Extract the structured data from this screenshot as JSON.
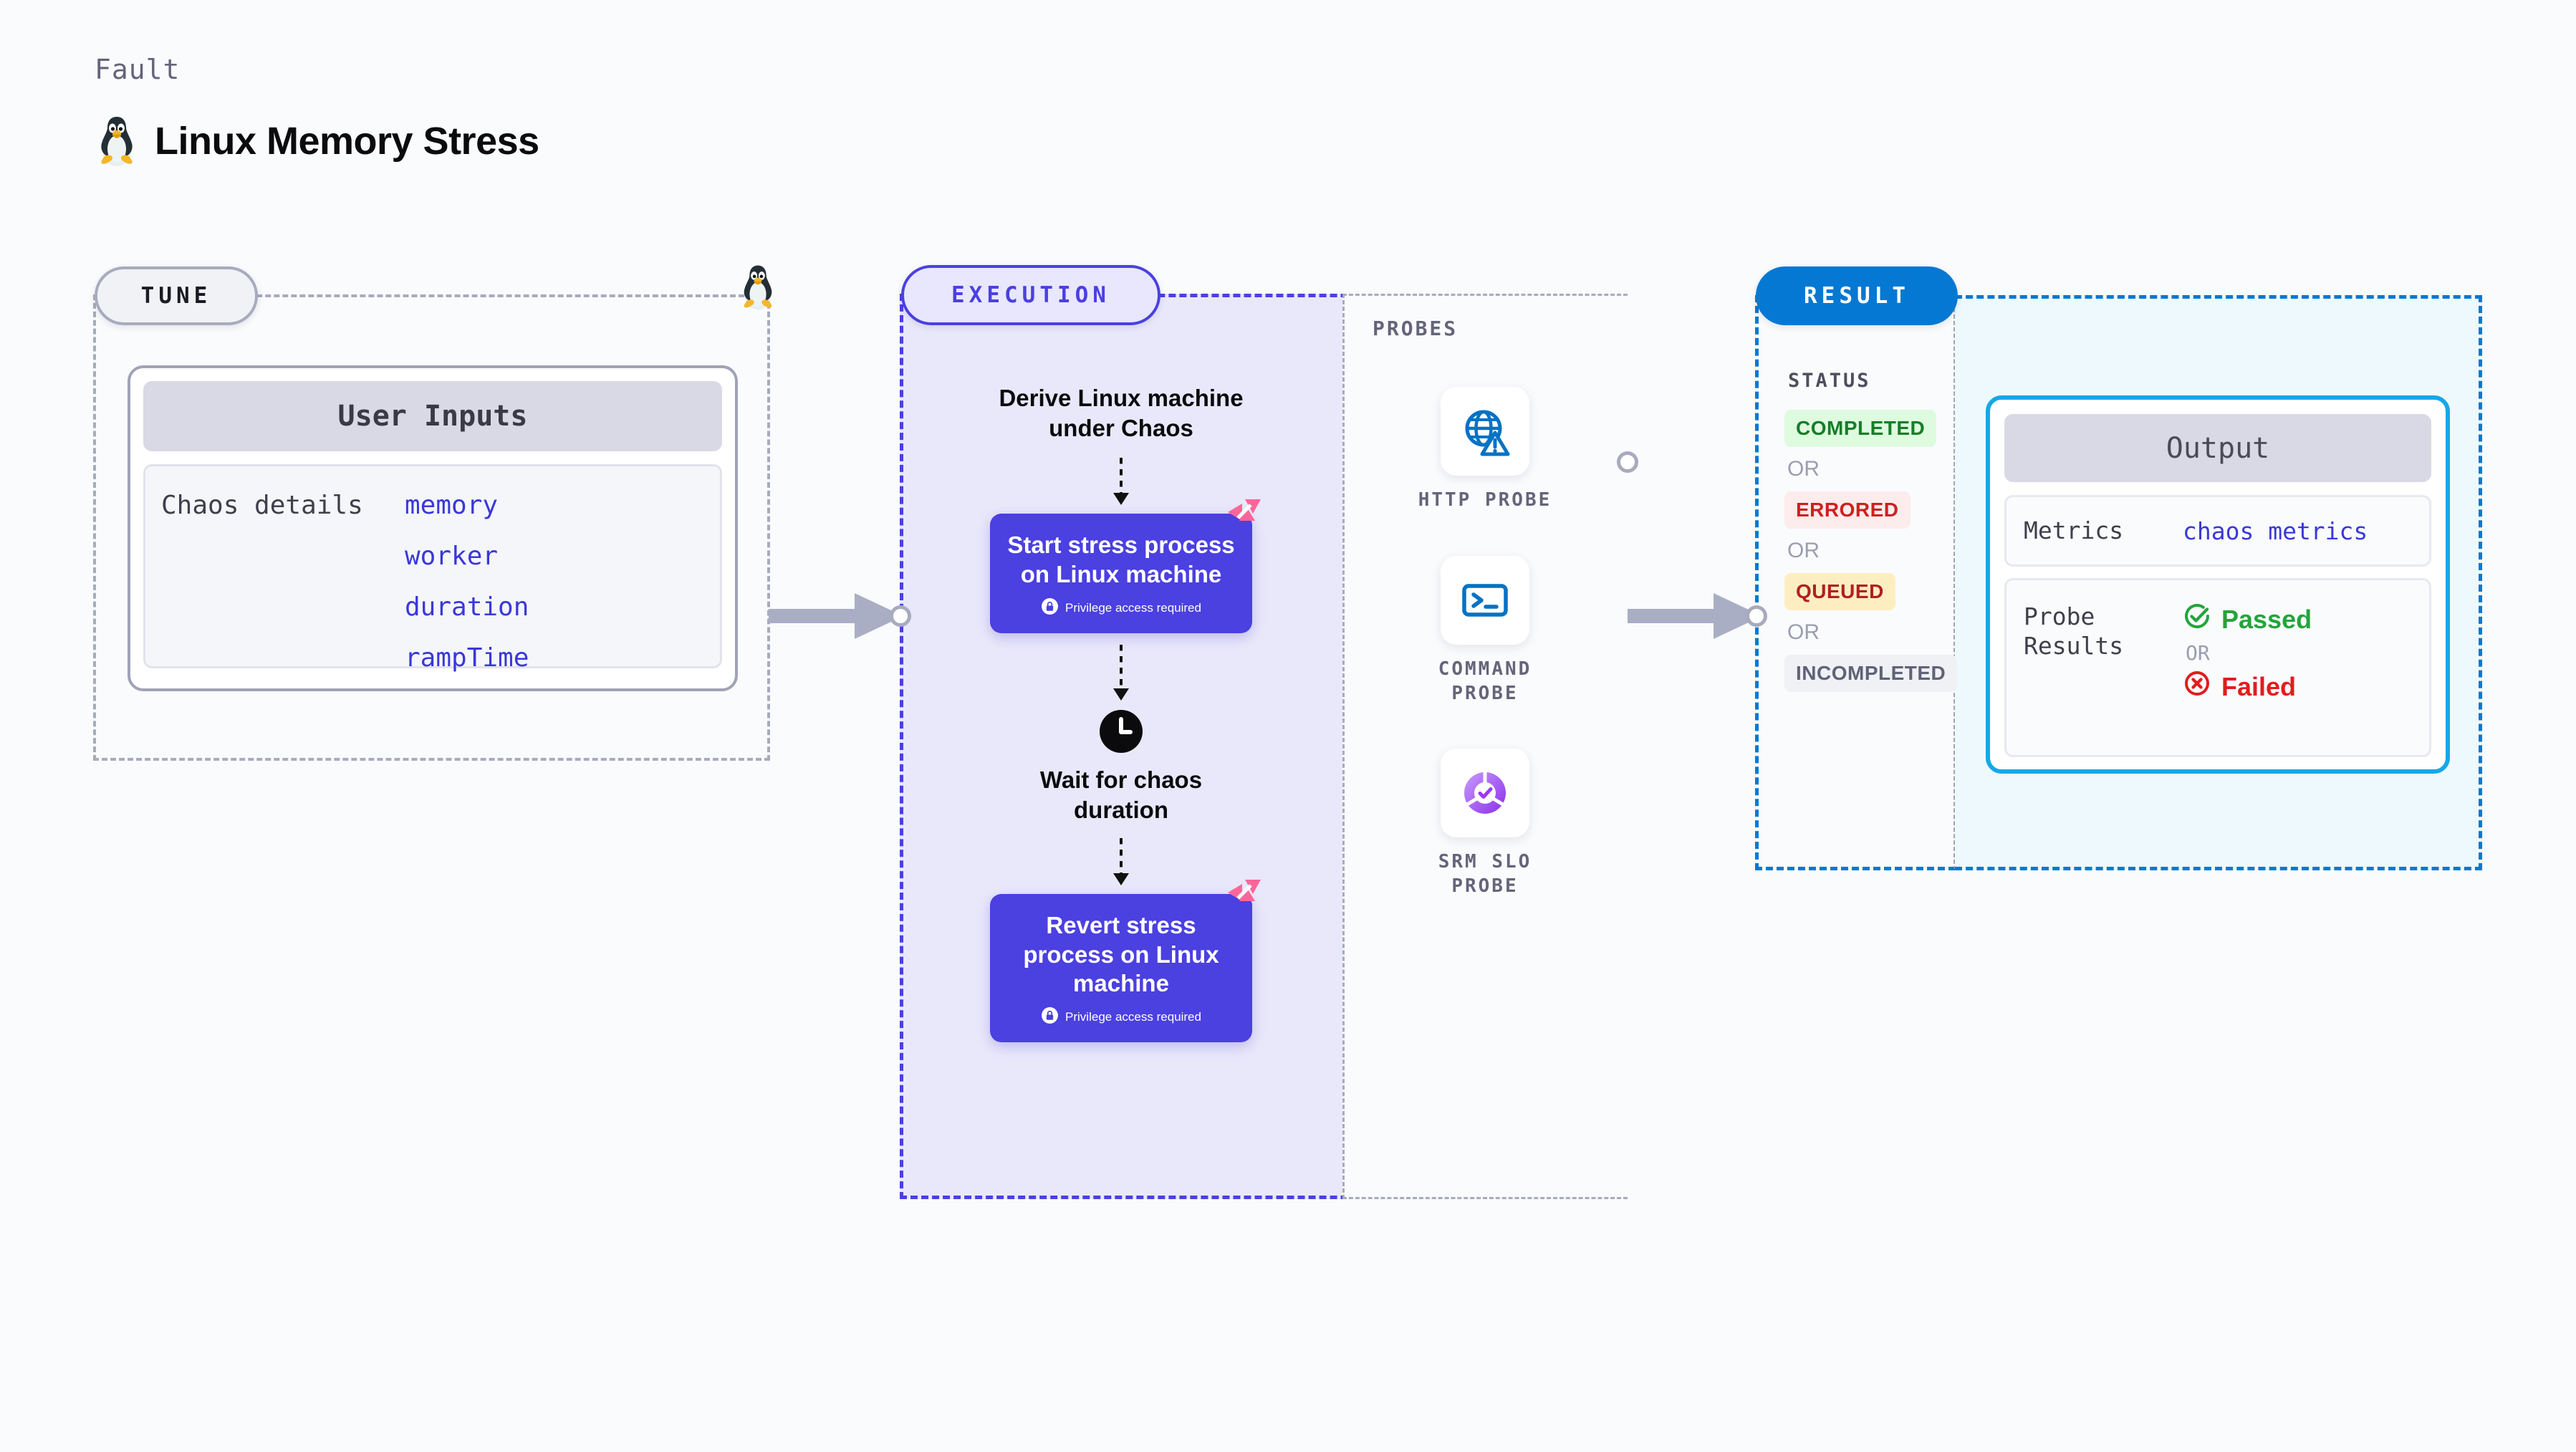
{
  "header": {
    "eyebrow": "Fault",
    "title": "Linux Memory Stress",
    "icon": "linux-tux-icon"
  },
  "tune": {
    "pill_label": "TUNE",
    "corner_icon": "linux-tux-icon",
    "card": {
      "header": "User Inputs",
      "row_label": "Chaos details",
      "params": [
        "memory",
        "worker",
        "duration",
        "rampTime"
      ]
    }
  },
  "execution": {
    "pill_label": "EXECUTION",
    "steps": [
      {
        "type": "text",
        "label": "Derive Linux machine\nunder Chaos"
      },
      {
        "type": "action",
        "title": "Start stress process on Linux machine",
        "note": "Privilege access required",
        "note_icon": "lock-icon",
        "badge_icon": "harness-logo-icon"
      },
      {
        "type": "wait",
        "icon": "clock-icon",
        "label": "Wait for chaos\nduration"
      },
      {
        "type": "action",
        "title": "Revert stress process on Linux machine",
        "note": "Privilege access required",
        "note_icon": "lock-icon",
        "badge_icon": "harness-logo-icon"
      }
    ]
  },
  "probes": {
    "label": "PROBES",
    "items": [
      {
        "caption": "HTTP PROBE",
        "icon": "globe-warning-icon"
      },
      {
        "caption": "COMMAND\nPROBE",
        "icon": "terminal-icon"
      },
      {
        "caption": "SRM SLO\nPROBE",
        "icon": "slo-donut-check-icon"
      }
    ]
  },
  "result": {
    "pill_label": "RESULT",
    "status_label": "STATUS",
    "or_label": "OR",
    "statuses": [
      {
        "label": "COMPLETED",
        "fg": "#167d28",
        "bg": "#defbe0"
      },
      {
        "label": "ERRORED",
        "fg": "#cf2020",
        "bg": "#fdecec"
      },
      {
        "label": "QUEUED",
        "fg": "#b02020",
        "bg": "#fdeec2"
      },
      {
        "label": "INCOMPLETED",
        "fg": "#5f6377",
        "bg": "#f0f1f5"
      }
    ],
    "output": {
      "header": "Output",
      "metrics_key": "Metrics",
      "metrics_value": "chaos metrics",
      "probe_results_key": "Probe\nResults",
      "passed_label": "Passed",
      "passed_icon": "check-circle-icon",
      "or_label": "OR",
      "failed_label": "Failed",
      "failed_icon": "x-circle-icon"
    }
  },
  "colors": {
    "brand_indigo": "#4b40e0",
    "brand_blue": "#0578d3",
    "cyan_border": "#15a7e8",
    "pink_badge": "#fa6699",
    "mono_blue": "#3a38d8",
    "gray_dash": "#a8abbd",
    "passed_green": "#22a53a",
    "failed_red": "#e11d1d"
  }
}
